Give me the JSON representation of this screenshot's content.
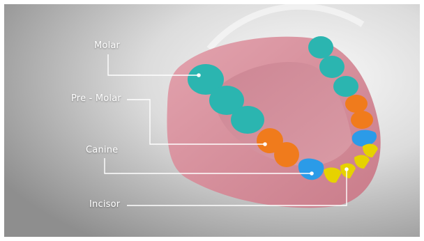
{
  "labels": {
    "molar": "Molar",
    "pre_molar": "Pre - Molar",
    "canine": "Canine",
    "incisor": "Incisor"
  },
  "colors": {
    "molar": "#2bb5b0",
    "pre_molar": "#f07b1c",
    "canine": "#2b9be8",
    "incisor": "#e6d200",
    "gum": "#d98f9c",
    "leader_line": "#ffffff"
  }
}
